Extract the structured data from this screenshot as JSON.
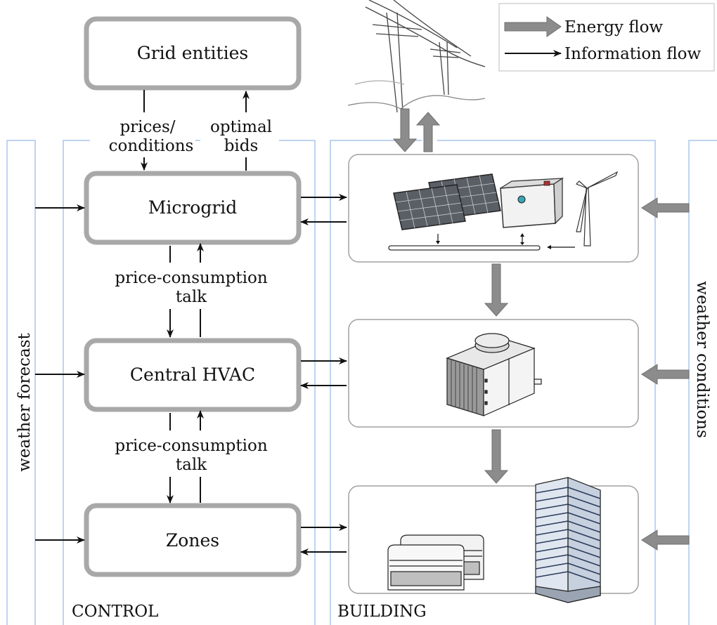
{
  "legend": {
    "energy_flow": "Energy flow",
    "information_flow": "Information flow"
  },
  "blocks": {
    "grid": "Grid entities",
    "microgrid": "Microgrid",
    "hvac": "Central HVAC",
    "zones": "Zones"
  },
  "labels": {
    "prices_line1": "prices/",
    "prices_line2": "conditions",
    "bids_line1": "optimal",
    "bids_line2": "bids",
    "talk1_line1": "price-consumption",
    "talk1_line2": "talk",
    "talk2_line1": "price-consumption",
    "talk2_line2": "talk",
    "weather_forecast": "weather forecast",
    "weather_conditions": "weather conditions",
    "control": "CONTROL",
    "building": "BUILDING"
  },
  "icons": {
    "power_lines": "power-lines-icon",
    "solar_panels": "solar-panels-icon",
    "battery": "battery-icon",
    "wind_turbine": "wind-turbine-icon",
    "chiller": "hvac-chiller-icon",
    "ac_units": "ac-units-icon",
    "tower": "office-tower-icon"
  },
  "colors": {
    "block_border": "#a8a8a8",
    "energy_arrow": "#8c8c8c",
    "region_border": "#a9c6ee",
    "panel_border": "#a0a0a0"
  }
}
